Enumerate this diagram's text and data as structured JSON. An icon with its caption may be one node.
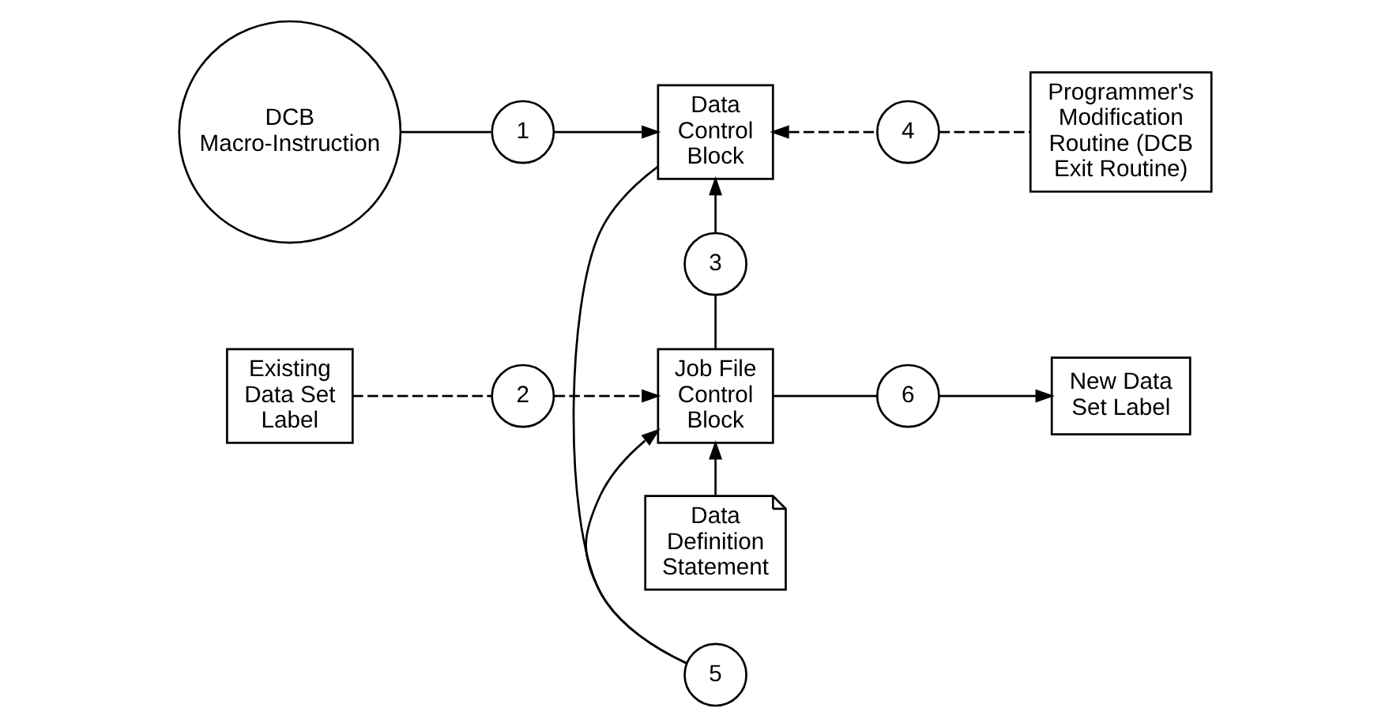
{
  "diagram": {
    "nodes": [
      {
        "text": [
          "DCB Macro-Instruction"
        ]
      },
      {
        "text": [
          "1"
        ]
      },
      {
        "text": [
          "Data Control Block"
        ]
      },
      {
        "text": [
          "4"
        ]
      },
      {
        "text": [
          "Programmer's Modification Routine (DCB Exit Routine)"
        ]
      },
      {
        "text": [
          "3"
        ]
      },
      {
        "text": [
          "5"
        ]
      },
      {
        "text": [
          "Existing Data Set Label"
        ]
      },
      {
        "text": [
          "2"
        ]
      },
      {
        "text": [
          "Job File Control Block"
        ]
      },
      {
        "text": [
          "6"
        ]
      },
      {
        "text": [
          "New Data Set Label"
        ]
      },
      {
        "text": [
          "Data Definition Statement"
        ]
      }
    ],
    "edges": [
      {
        "from": 0,
        "to": 1,
        "arrow": "none"
      },
      {
        "from": 1,
        "to": 2,
        "arrow": "to"
      },
      {
        "from": 4,
        "to": 3,
        "arrow": "none",
        "style": "dashed"
      },
      {
        "from": 3,
        "to": 2,
        "arrow": "to",
        "style": "dashed"
      },
      {
        "from": 9,
        "to": 5,
        "arrow": "none"
      },
      {
        "from": 5,
        "to": 2,
        "arrow": "to"
      },
      {
        "from": 2,
        "to": 6,
        "arrow": "none"
      },
      {
        "from": 6,
        "to": 9,
        "arrow": "to"
      },
      {
        "from": 7,
        "to": 8,
        "arrow": "none",
        "style": "dashed"
      },
      {
        "from": 8,
        "to": 9,
        "arrow": "to",
        "style": "dashed"
      },
      {
        "from": 9,
        "to": 10,
        "arrow": "none"
      },
      {
        "from": 10,
        "to": 11,
        "arrow": "to"
      },
      {
        "from": 12,
        "to": 9,
        "arrow": "to"
      }
    ]
  }
}
